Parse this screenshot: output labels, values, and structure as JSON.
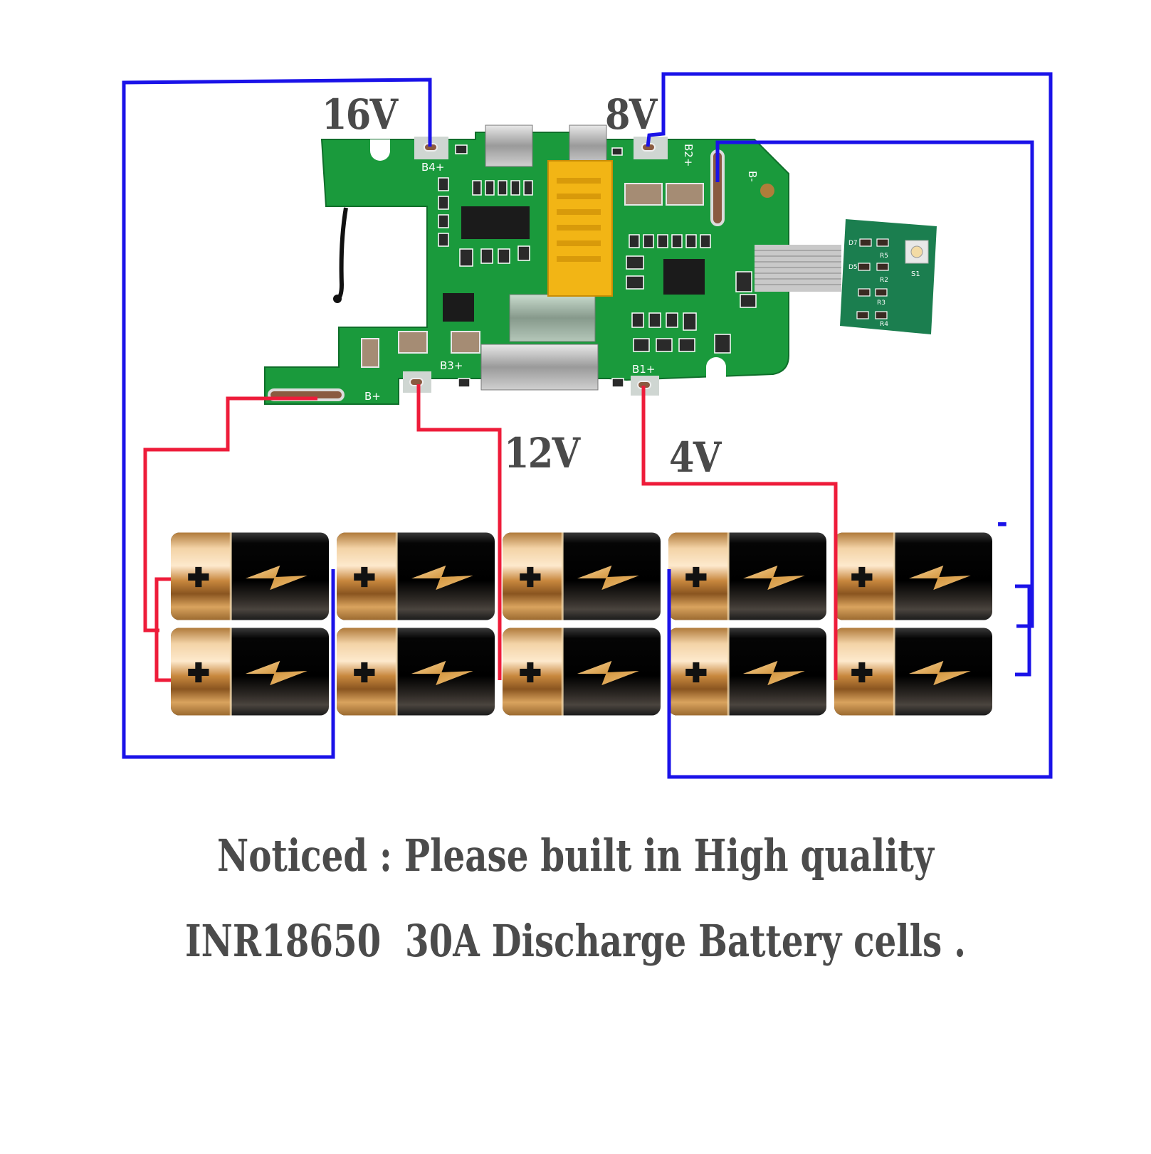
{
  "diagram": {
    "title": "18650 battery pack BMS wiring diagram (4S2P)",
    "voltage_taps": [
      {
        "label": "16V",
        "pad": "B4+",
        "wire": "blue"
      },
      {
        "label": "8V",
        "pad": "B2+",
        "wire": "blue"
      },
      {
        "label": "12V",
        "pad": "B3+",
        "wire": "red"
      },
      {
        "label": "4V",
        "pad": "B1+",
        "wire": "red"
      }
    ],
    "pcb": {
      "silkscreen": {
        "b4": "B4+",
        "b2": "B2+",
        "b3": "B3+",
        "b1": "B1+",
        "bplus": "B+",
        "bminus": "B-",
        "s1": "S1",
        "d7": "D7",
        "d5": "D5",
        "r5": "R5",
        "r2": "R2",
        "r3": "R3",
        "r4": "R4"
      }
    },
    "negative_marker": "-",
    "cells": {
      "rows": 2,
      "columns": 5,
      "plus_symbol": "+",
      "count": 10
    },
    "wire_colors": {
      "positive": "#ee1c3a",
      "negative": "#1a12e8"
    },
    "colors": {
      "pcb_green": "#1a9a3c",
      "connector_yellow": "#f2b515",
      "text_gray": "#4a4a4a",
      "cell_gold": "#d9a461",
      "cell_black": "#0b0b0b"
    }
  },
  "notice": {
    "line1": "Noticed : Please built in High quality",
    "line2": "INR18650  30A Discharge Battery cells ."
  }
}
